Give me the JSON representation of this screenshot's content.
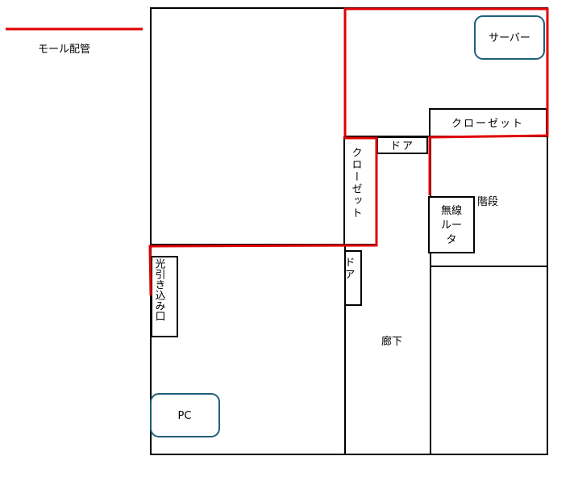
{
  "legend": {
    "label": "モール配管",
    "line_color": "#e00000"
  },
  "colors": {
    "wall": "#000000",
    "conduit": "#e00000",
    "device_border": "#1f5f7a"
  },
  "rooms": {
    "closet_top": "クローゼット",
    "closet_vertical": "クローゼット",
    "door_top": "ドア",
    "door_left": "ドア",
    "stairs": "階段",
    "hallway": "廊下",
    "fiber_inlet": "光引き込み口"
  },
  "devices": {
    "server": "サーバー",
    "router": "無線ルータ",
    "router_lines": [
      "無線",
      "ルー",
      "タ"
    ],
    "pc": "PC"
  }
}
